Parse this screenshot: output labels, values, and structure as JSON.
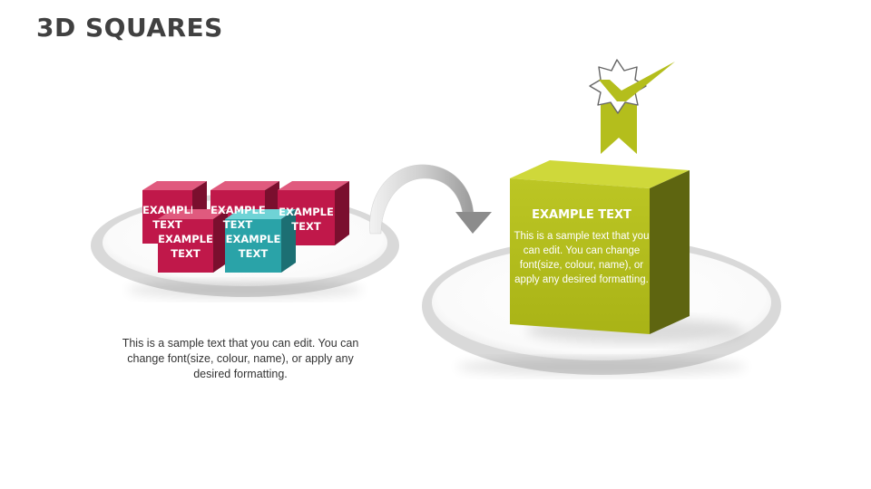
{
  "title": "3D SQUARES",
  "colors": {
    "crimson": "#c0184a",
    "teal": "#2aa3a8",
    "lime": "#b4be1c",
    "title": "#404040"
  },
  "cubes": [
    {
      "label": "EXAMPLE\nTEXT",
      "color": "crimson"
    },
    {
      "label": "EXAMPLE\nTEXT",
      "color": "crimson"
    },
    {
      "label": "EXAMPLE\nTEXT",
      "color": "crimson"
    },
    {
      "label": "EXAMPLE\nTEXT",
      "color": "crimson"
    },
    {
      "label": "EXAMPLE\nTEXT",
      "color": "teal"
    }
  ],
  "caption": "This is a sample text that you can edit. You can change font(size, colour, name), or apply any desired formatting.",
  "big_cube": {
    "title": "EXAMPLE TEXT",
    "body": "This is a sample text that you can edit. You can change font(size, colour, name), or apply any desired formatting."
  },
  "badge_icon": "star-ribbon-checkmark-icon",
  "arrow_icon": "curved-arrow-icon"
}
